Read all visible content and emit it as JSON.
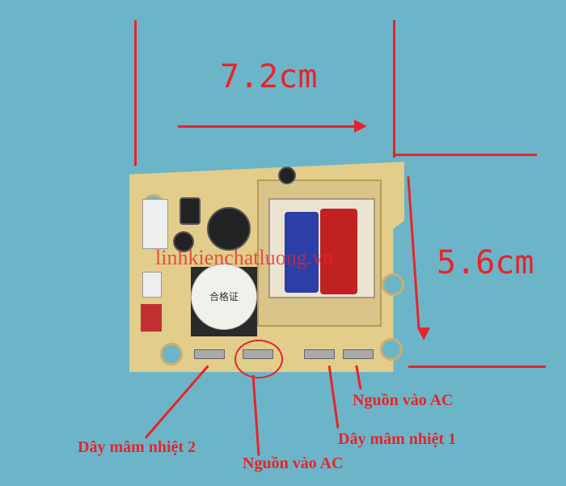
{
  "dimensions": {
    "width_label": "7.2cm",
    "height_label": "5.6cm"
  },
  "watermark": "linhkienchatluong.vn",
  "component_stamp": "合格证",
  "annotations": {
    "wire_plate_2": "Dây mâm nhiệt 2",
    "ac_input_1": "Nguồn vào AC",
    "wire_plate_1": "Dây mâm nhiệt 1",
    "ac_input_2": "Nguồn vào AC"
  },
  "colors": {
    "annotation": "#e8232a",
    "background": "#6cb5c8",
    "board": "#e2cd8a"
  }
}
